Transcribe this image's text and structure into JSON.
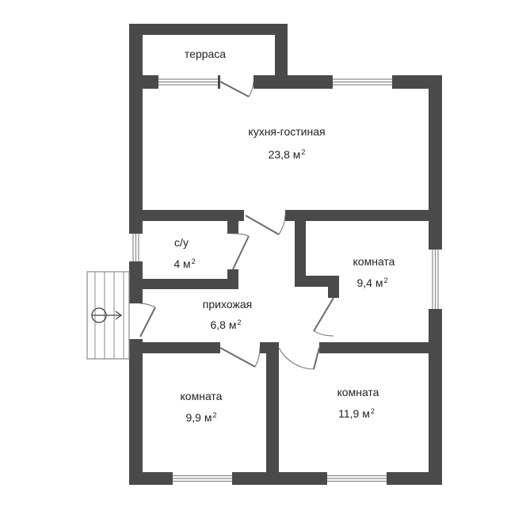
{
  "rooms": {
    "terrace": {
      "name": "терраса"
    },
    "kitchen": {
      "name": "кухня-гостиная",
      "area_num": "23,8 м",
      "area_sup": "2"
    },
    "bath": {
      "name": "с/у",
      "area_num": "4 м",
      "area_sup": "2"
    },
    "hall": {
      "name": "прихожая",
      "area_num": "6,8 м",
      "area_sup": "2"
    },
    "room_right": {
      "name": "комната",
      "area_num": "9,4 м",
      "area_sup": "2"
    },
    "room_bl": {
      "name": "комната",
      "area_num": "9,9 м",
      "area_sup": "2"
    },
    "room_br": {
      "name": "комната",
      "area_num": "11,9 м",
      "area_sup": "2"
    }
  },
  "colors": {
    "wall": "#4a4a4a",
    "window": "#8a8a8a",
    "door": "#6a6a6a"
  },
  "icons": {
    "entrance": "entrance-arrow-icon"
  }
}
